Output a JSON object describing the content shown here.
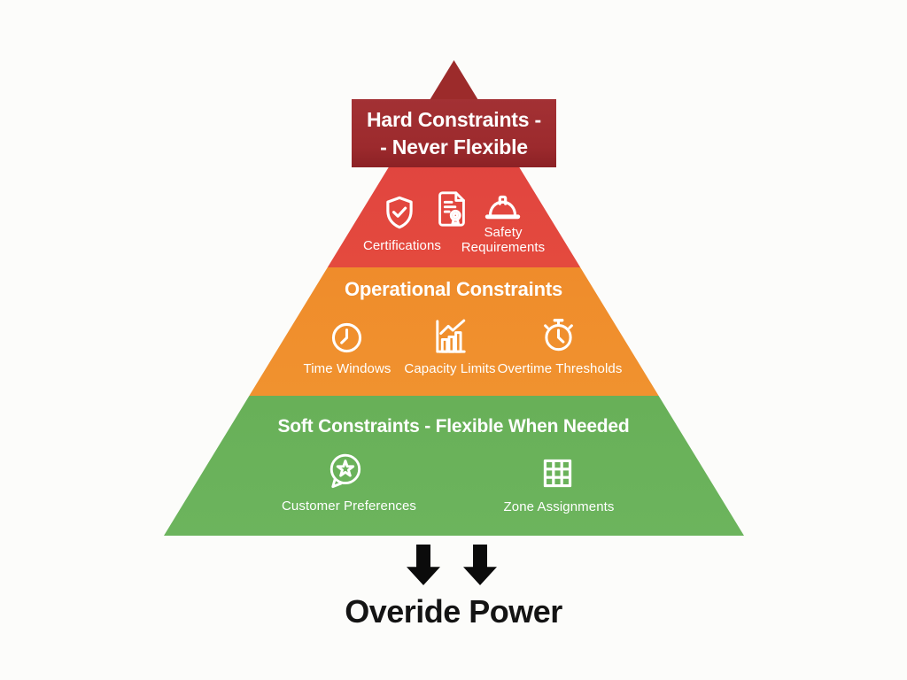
{
  "banner": {
    "line1": "Hard Constraints -",
    "line2": "- Never Flexible"
  },
  "levels": {
    "hard": {
      "color": "#e2463d",
      "items": [
        {
          "icon": "shield-check-icon",
          "label": "Certifications"
        },
        {
          "icon": "certificate-document-icon",
          "label": ""
        },
        {
          "icon": "hard-hat-icon",
          "label": "Safety Requirements"
        }
      ]
    },
    "operational": {
      "color": "#f0902c",
      "title": "Operational Constraints",
      "items": [
        {
          "icon": "clock-icon",
          "label": "Time Windows"
        },
        {
          "icon": "bar-chart-icon",
          "label": "Capacity Limits"
        },
        {
          "icon": "stopwatch-icon",
          "label": "Overtime Thresholds"
        }
      ]
    },
    "soft": {
      "color": "#6bb25c",
      "title": "Soft Constraints - Flexible When Needed",
      "items": [
        {
          "icon": "star-speech-bubble-icon",
          "label": "Customer Preferences"
        },
        {
          "icon": "grid-icon",
          "label": "Zone Assignments"
        }
      ]
    }
  },
  "footer": {
    "label": "Overide Power"
  },
  "colors": {
    "peak": "#9c2b2b",
    "banner": "#9e2b2d",
    "hard": "#e2463d",
    "operational": "#f0902c",
    "soft": "#6bb25c",
    "arrow": "#0b0b0b",
    "text_on_levels": "#ffffff",
    "footer_text": "#141414"
  }
}
